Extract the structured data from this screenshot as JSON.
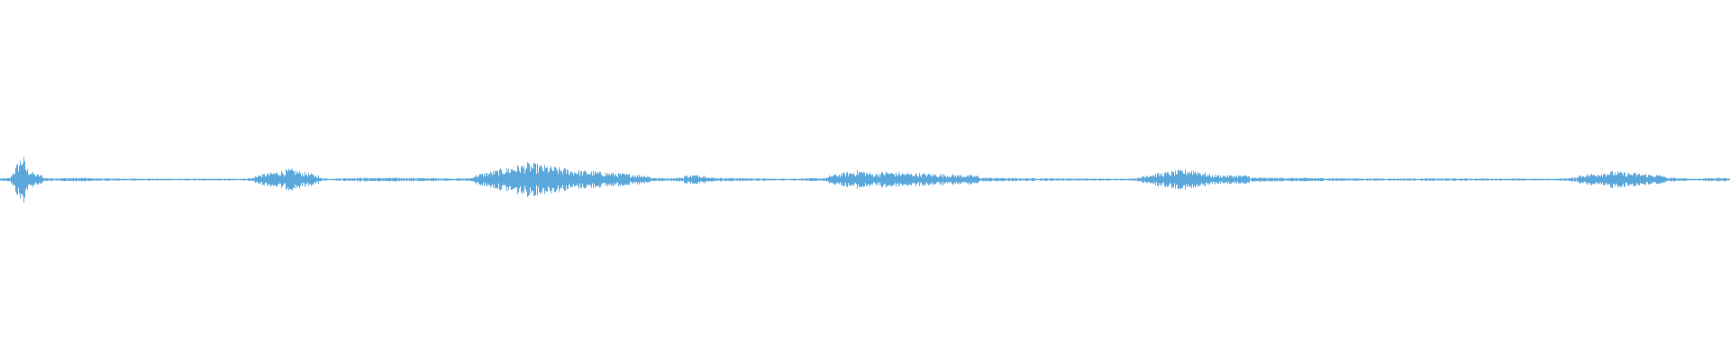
{
  "waveform": {
    "color": "#5aa7dc",
    "background": "#ffffff",
    "amplitude_profile": [
      {
        "t": 0.0,
        "a": 0.04
      },
      {
        "t": 0.006,
        "a": 0.06
      },
      {
        "t": 0.013,
        "a": 0.45
      },
      {
        "t": 0.015,
        "a": 0.2
      },
      {
        "t": 0.02,
        "a": 0.1
      },
      {
        "t": 0.028,
        "a": 0.05
      },
      {
        "t": 0.047,
        "a": 0.06
      },
      {
        "t": 0.06,
        "a": 0.04
      },
      {
        "t": 0.1,
        "a": 0.03
      },
      {
        "t": 0.14,
        "a": 0.03
      },
      {
        "t": 0.168,
        "a": 0.18
      },
      {
        "t": 0.19,
        "a": 0.03
      },
      {
        "t": 0.203,
        "a": 0.06
      },
      {
        "t": 0.232,
        "a": 0.06
      },
      {
        "t": 0.254,
        "a": 0.05
      },
      {
        "t": 0.269,
        "a": 0.04
      },
      {
        "t": 0.305,
        "a": 0.28
      },
      {
        "t": 0.333,
        "a": 0.16
      },
      {
        "t": 0.385,
        "a": 0.05
      },
      {
        "t": 0.4,
        "a": 0.08
      },
      {
        "t": 0.45,
        "a": 0.03
      },
      {
        "t": 0.475,
        "a": 0.05
      },
      {
        "t": 0.497,
        "a": 0.16
      },
      {
        "t": 0.505,
        "a": 0.1
      },
      {
        "t": 0.512,
        "a": 0.14
      },
      {
        "t": 0.518,
        "a": 0.12
      },
      {
        "t": 0.585,
        "a": 0.05
      },
      {
        "t": 0.65,
        "a": 0.03
      },
      {
        "t": 0.688,
        "a": 0.18
      },
      {
        "t": 0.692,
        "a": 0.16
      },
      {
        "t": 0.7,
        "a": 0.08
      },
      {
        "t": 0.79,
        "a": 0.04
      },
      {
        "t": 0.843,
        "a": 0.04
      },
      {
        "t": 0.9,
        "a": 0.03
      },
      {
        "t": 0.932,
        "a": 0.14
      },
      {
        "t": 0.98,
        "a": 0.03
      },
      {
        "t": 0.99,
        "a": 0.06
      },
      {
        "t": 1.0,
        "a": 0.05
      }
    ]
  }
}
